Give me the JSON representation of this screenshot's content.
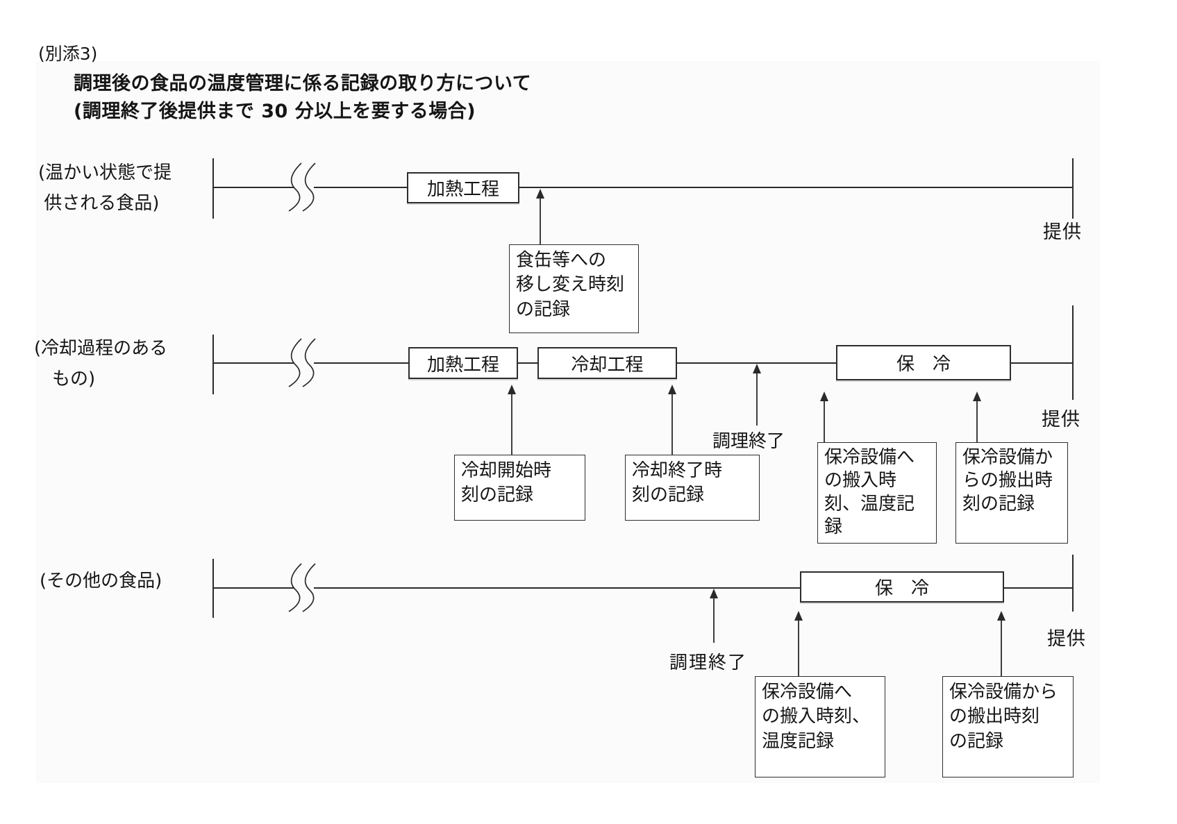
{
  "colors": {
    "line": "#2a2a2a",
    "text": "#151515",
    "background": "#ffffff",
    "panel": "#fbfbfb"
  },
  "header": {
    "doc_tag": "(別添3)",
    "title": "調理後の食品の温度管理に係る記録の取り方について",
    "subtitle": "(調理終了後提供まで 30 分以上を要する場合)"
  },
  "rows": {
    "hot": {
      "label": "(温かい状態で提\n 供される食品)",
      "heat_box": "加熱工程",
      "end_label": "提供",
      "callout_transfer": "食缶等への\n移し変え時刻\nの記録"
    },
    "cooling": {
      "label": "(冷却過程のある\n　もの)",
      "heat_box": "加熱工程",
      "cool_box": "冷却工程",
      "hold_box": "保　冷",
      "milestone": "調理終了",
      "end_label": "提供",
      "callout_cool_start": "冷却開始時\n刻の記録",
      "callout_cool_end": "冷却終了時\n刻の記録",
      "callout_store_in": "保冷設備へ\nの搬入時\n刻、温度記\n録",
      "callout_store_out": "保冷設備か\nらの搬出時\n刻の記録"
    },
    "other": {
      "label": "(その他の食品)",
      "hold_box": "保　冷",
      "milestone": "調理終了",
      "end_label": "提供",
      "callout_store_in": "保冷設備へ\nの搬入時刻、\n温度記録",
      "callout_store_out": "保冷設備から\nの搬出時刻\nの記録"
    }
  }
}
